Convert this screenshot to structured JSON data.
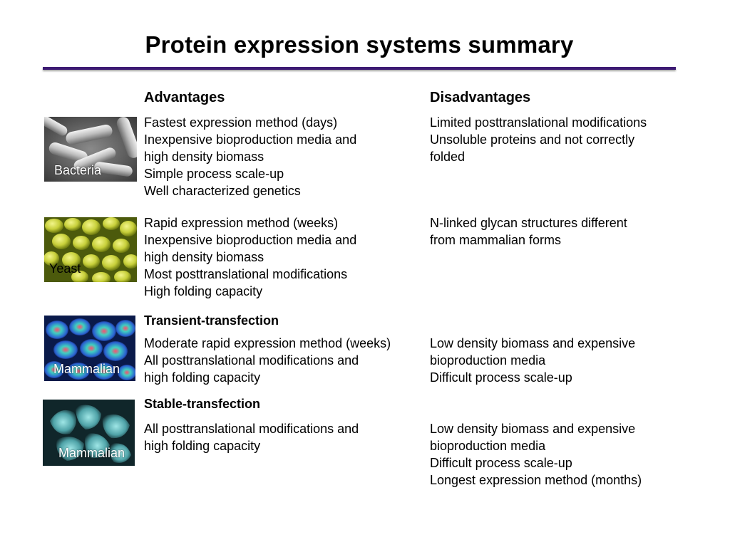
{
  "title": "Protein expression systems summary",
  "headers": {
    "advantages": "Advantages",
    "disadvantages": "Disadvantages"
  },
  "colors": {
    "rule": "#3d1a73"
  },
  "rows": [
    {
      "label": "Bacteria",
      "image": "bacteria-micrograph-icon",
      "advantages": [
        "Fastest expression method (days)",
        "Inexpensive bioproduction media and",
        "high density biomass",
        "Simple process scale-up",
        "Well characterized genetics"
      ],
      "disadvantages": [
        "Limited posttranslational modifications",
        "Unsoluble proteins and not correctly",
        "folded"
      ]
    },
    {
      "label": "Yeast",
      "image": "yeast-micrograph-icon",
      "advantages": [
        "Rapid expression method (weeks)",
        "Inexpensive bioproduction media and",
        "high density biomass",
        "Most posttranslational modifications",
        "High folding capacity"
      ],
      "disadvantages": [
        "N-linked glycan structures different",
        "from mammalian forms"
      ]
    },
    {
      "label": "Mammalian",
      "subtitle": "Transient-transfection",
      "image": "mammalian-cells-fluorescent-icon",
      "advantages": [
        "Moderate rapid expression method (weeks)",
        "All posttranslational modifications and",
        "high folding capacity"
      ],
      "disadvantages": [
        "Low density biomass and expensive",
        "bioproduction media",
        "Difficult process scale-up"
      ]
    },
    {
      "label": "Mammalian",
      "subtitle": "Stable-transfection",
      "image": "mammalian-cells-teal-icon",
      "advantages": [
        "All posttranslational modifications and",
        "high folding capacity"
      ],
      "disadvantages": [
        "Low density biomass and expensive",
        "bioproduction media",
        "Difficult process scale-up",
        "Longest expression method (months)"
      ]
    }
  ]
}
